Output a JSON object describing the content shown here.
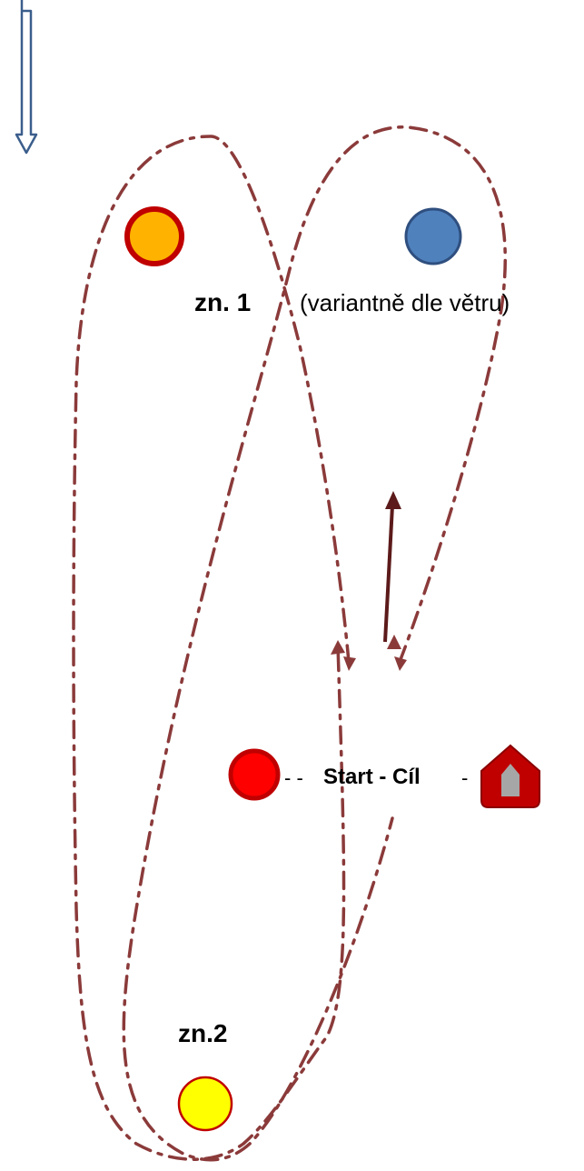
{
  "labels": {
    "mark1": "zn. 1",
    "mark1_note": "(variantně dle větru)",
    "start_finish": "Start - Cíl",
    "mark2": "zn.2",
    "dash_left": "- -",
    "dash_right": "-"
  },
  "colors": {
    "course_line": "#8B3A3A",
    "wind_arrow_stroke": "#3B5E8C",
    "wind_arrow_fill": "#FFFFFF",
    "mark1_orange_fill": "#FFB300",
    "mark1_orange_ring": "#C00000",
    "mark1_blue_fill": "#4F81BD",
    "mark1_blue_ring": "#2F4F7F",
    "start_buoy_fill": "#FF0000",
    "start_buoy_ring": "#C00000",
    "mark2_fill": "#FFFF00",
    "mark2_ring": "#C00000",
    "committee_boat_hull": "#C00000",
    "committee_boat_cabin": "#A6A6A6",
    "direction_arrow": "#5C1A1A"
  },
  "icons": {
    "wind": "wind-direction-arrow-icon",
    "boat": "committee-boat-icon",
    "direction": "course-direction-arrow-icon"
  }
}
